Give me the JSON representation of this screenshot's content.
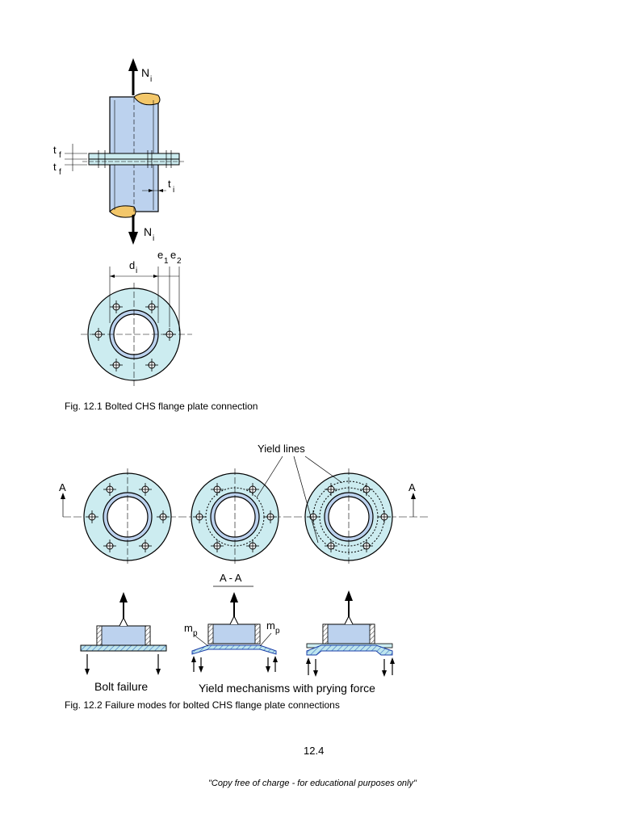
{
  "fig1": {
    "caption": "Fig. 12.1  Bolted CHS flange plate connection",
    "labels": {
      "N": "N",
      "N_sub": "i",
      "tf": "t",
      "tf_sub": "f",
      "ti": "t",
      "ti_sub": "i",
      "d": "d",
      "d_sub": "i",
      "e": "e",
      "e1_sub": "1",
      "e2_sub": "2"
    }
  },
  "fig2": {
    "caption": "Fig. 12.2  Failure modes for bolted CHS flange plate connections",
    "labels": {
      "yield_lines": "Yield lines",
      "section_mark": "A",
      "section_title": "A - A",
      "mp": "m",
      "mp_sub": "p",
      "bolt_failure": "Bolt failure",
      "yield_mechanisms": "Yield mechanisms with prying force"
    }
  },
  "page_number": "12.4",
  "footer": "\"Copy free of charge - for educational purposes only\"",
  "colors": {
    "tube": "#bcd2ee",
    "flange": "#ccecf0",
    "weld": "#7aaed8",
    "cut": "#f3c76a",
    "outline": "#000000"
  }
}
